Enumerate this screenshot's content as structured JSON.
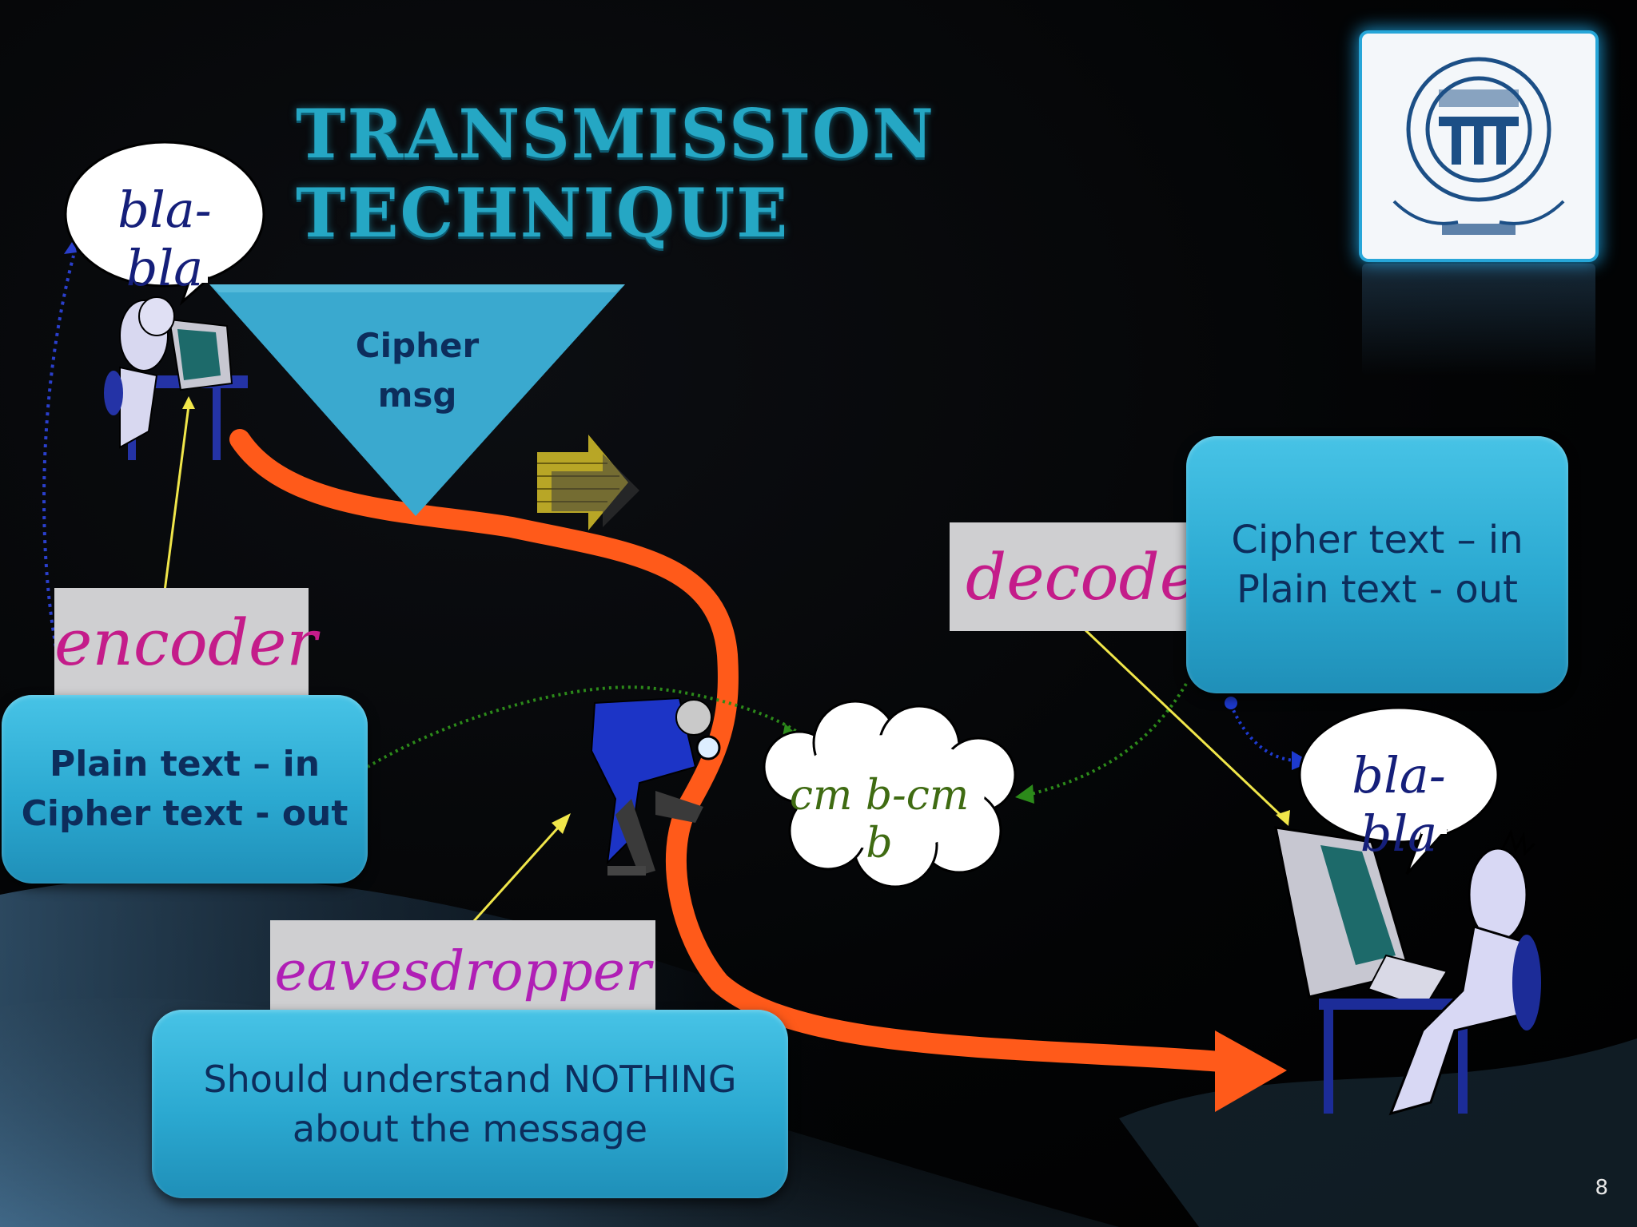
{
  "slide": {
    "title": "TRANSMISSION TECHNIQUE",
    "page_number": "8"
  },
  "speech": {
    "sender": "bla-bla",
    "receiver": "bla-bla",
    "cloud": "cm b-cm b"
  },
  "cipher_triangle": {
    "line1": "Cipher",
    "line2": "msg"
  },
  "labels": {
    "encoder": "encoder",
    "decoder": "decoder",
    "eavesdropper": "eavesdropper"
  },
  "boxes": {
    "encoder_line1": "Plain text – in",
    "encoder_line2": "Cipher text - out",
    "decoder_line1": "Cipher text – in",
    "decoder_line2": "Plain text - out",
    "eaves_line1": "Should understand NOTHING",
    "eaves_line2": "about the message"
  },
  "colors": {
    "title": "#25a7c4",
    "box": "#2ba9d1",
    "box_text": "#0d2d5c",
    "channel": "#ff5a1a",
    "encoder_label": "#c41c8a",
    "eaves_label": "#b01fb5",
    "cloud_text": "#3f6b12"
  }
}
